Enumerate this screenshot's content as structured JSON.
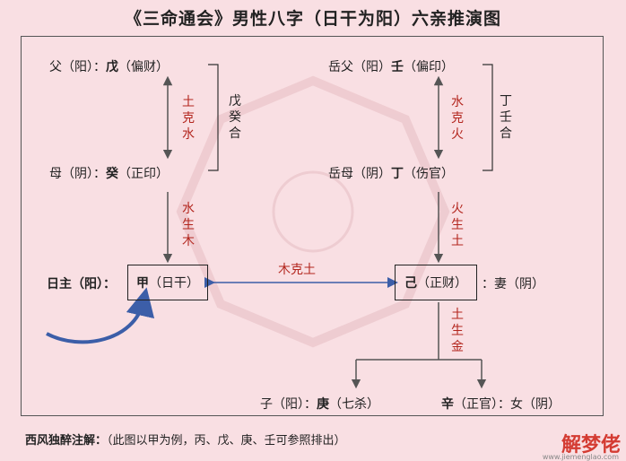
{
  "title": "《三命通会》男性八字（日干为阳）六亲推演图",
  "nodes": {
    "father": {
      "prefix": "父（阳）：",
      "stem": "戊",
      "suffix": "（偏财）"
    },
    "mother": {
      "prefix": "母（阴）：",
      "stem": "癸",
      "suffix": "（正印）"
    },
    "self": {
      "prefix": "日主（阳）：",
      "stem": "甲",
      "suffix": "（日干）"
    },
    "father_in_law": {
      "prefix": "岳父（阳）",
      "stem": "壬",
      "suffix": "（偏印）"
    },
    "mother_in_law": {
      "prefix": "岳母（阴）",
      "stem": "丁",
      "suffix": "（伤官）"
    },
    "wife_stem": {
      "stem": "己",
      "suffix": "（正财）"
    },
    "wife_label": "：妻（阴）",
    "son": {
      "prefix": "子（阳）：",
      "stem": "庚",
      "suffix": "（七杀）"
    },
    "daughter": {
      "stem": "辛",
      "mid": "（正官）",
      "suffix": "：女（阴）"
    }
  },
  "relations": {
    "tu_ke_shui": "土克水",
    "wu_gui_he": "戊癸合",
    "shui_sheng_mu": "水生木",
    "shui_ke_huo": "水克火",
    "ding_ren_he": "丁壬合",
    "huo_sheng_tu": "火生土",
    "mu_ke_tu": "木克土",
    "tu_sheng_jin": "土生金"
  },
  "note": {
    "label": "西风独醉注解：",
    "text": "（此图以甲为例，丙、戊、庚、壬可参照排出）"
  },
  "watermark": {
    "logo": "解梦佬",
    "url": "www.jiemenglao.com"
  },
  "colors": {
    "background": "#f9dfe3",
    "relation_red": "#b3261e",
    "arrow_blue": "#3c5ea8",
    "line_gray": "#555555"
  }
}
